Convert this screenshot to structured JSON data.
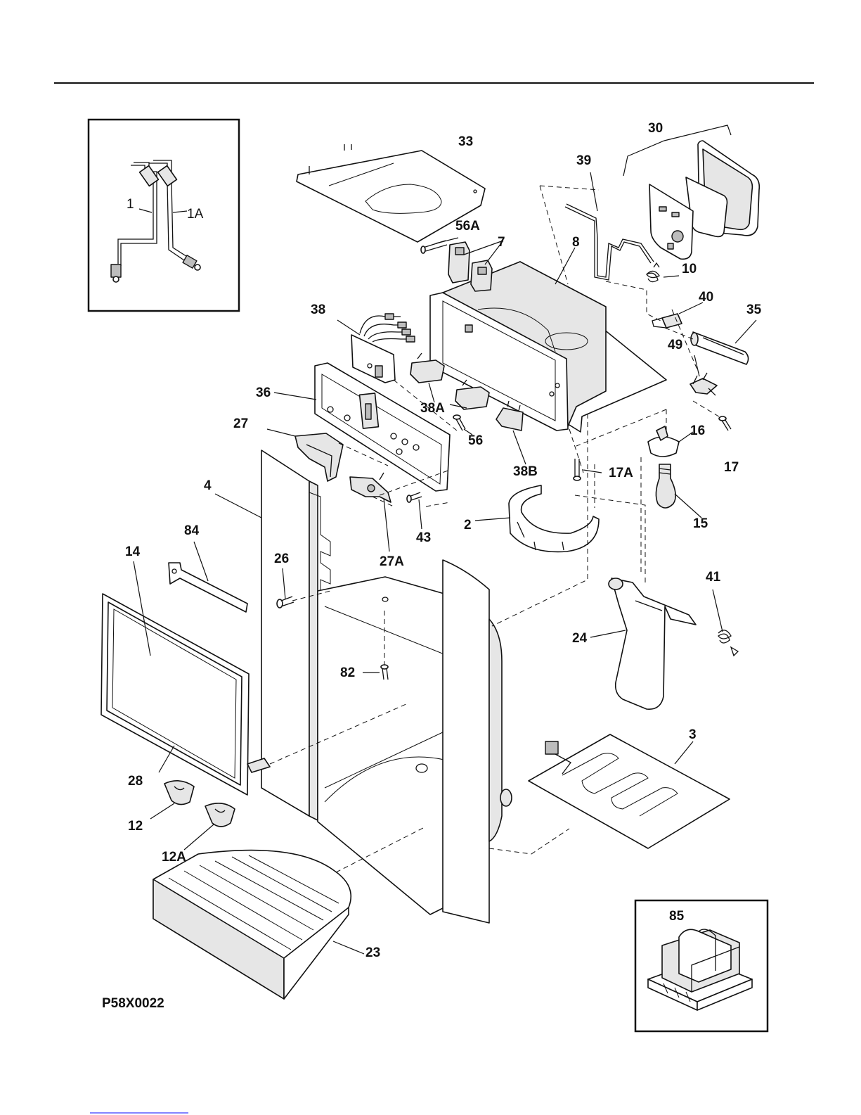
{
  "diagram_code": "P58X0022",
  "callouts": [
    {
      "id": "1",
      "text": "1",
      "bold": false
    },
    {
      "id": "1A",
      "text": "1A",
      "bold": false
    },
    {
      "id": "33",
      "text": "33",
      "bold": true
    },
    {
      "id": "39",
      "text": "39",
      "bold": true
    },
    {
      "id": "30",
      "text": "30",
      "bold": true
    },
    {
      "id": "56A",
      "text": "56A",
      "bold": true
    },
    {
      "id": "7",
      "text": "7",
      "bold": true
    },
    {
      "id": "8",
      "text": "8",
      "bold": true
    },
    {
      "id": "10",
      "text": "10",
      "bold": true
    },
    {
      "id": "40",
      "text": "40",
      "bold": true
    },
    {
      "id": "35",
      "text": "35",
      "bold": true
    },
    {
      "id": "38",
      "text": "38",
      "bold": true
    },
    {
      "id": "49",
      "text": "49",
      "bold": true
    },
    {
      "id": "36",
      "text": "36",
      "bold": true
    },
    {
      "id": "38A",
      "text": "38A",
      "bold": true
    },
    {
      "id": "27",
      "text": "27",
      "bold": true
    },
    {
      "id": "56",
      "text": "56",
      "bold": true
    },
    {
      "id": "38B",
      "text": "38B",
      "bold": true
    },
    {
      "id": "16",
      "text": "16",
      "bold": true
    },
    {
      "id": "17A",
      "text": "17A",
      "bold": true
    },
    {
      "id": "17",
      "text": "17",
      "bold": true
    },
    {
      "id": "4",
      "text": "4",
      "bold": true
    },
    {
      "id": "2",
      "text": "2",
      "bold": true
    },
    {
      "id": "43",
      "text": "43",
      "bold": true
    },
    {
      "id": "15",
      "text": "15",
      "bold": true
    },
    {
      "id": "84",
      "text": "84",
      "bold": true
    },
    {
      "id": "27A",
      "text": "27A",
      "bold": true
    },
    {
      "id": "14",
      "text": "14",
      "bold": true
    },
    {
      "id": "26",
      "text": "26",
      "bold": true
    },
    {
      "id": "41",
      "text": "41",
      "bold": true
    },
    {
      "id": "24",
      "text": "24",
      "bold": true
    },
    {
      "id": "82",
      "text": "82",
      "bold": true
    },
    {
      "id": "3",
      "text": "3",
      "bold": true
    },
    {
      "id": "28",
      "text": "28",
      "bold": true
    },
    {
      "id": "12",
      "text": "12",
      "bold": true
    },
    {
      "id": "12A",
      "text": "12A",
      "bold": true
    },
    {
      "id": "85",
      "text": "85",
      "bold": true
    },
    {
      "id": "23",
      "text": "23",
      "bold": true
    }
  ]
}
